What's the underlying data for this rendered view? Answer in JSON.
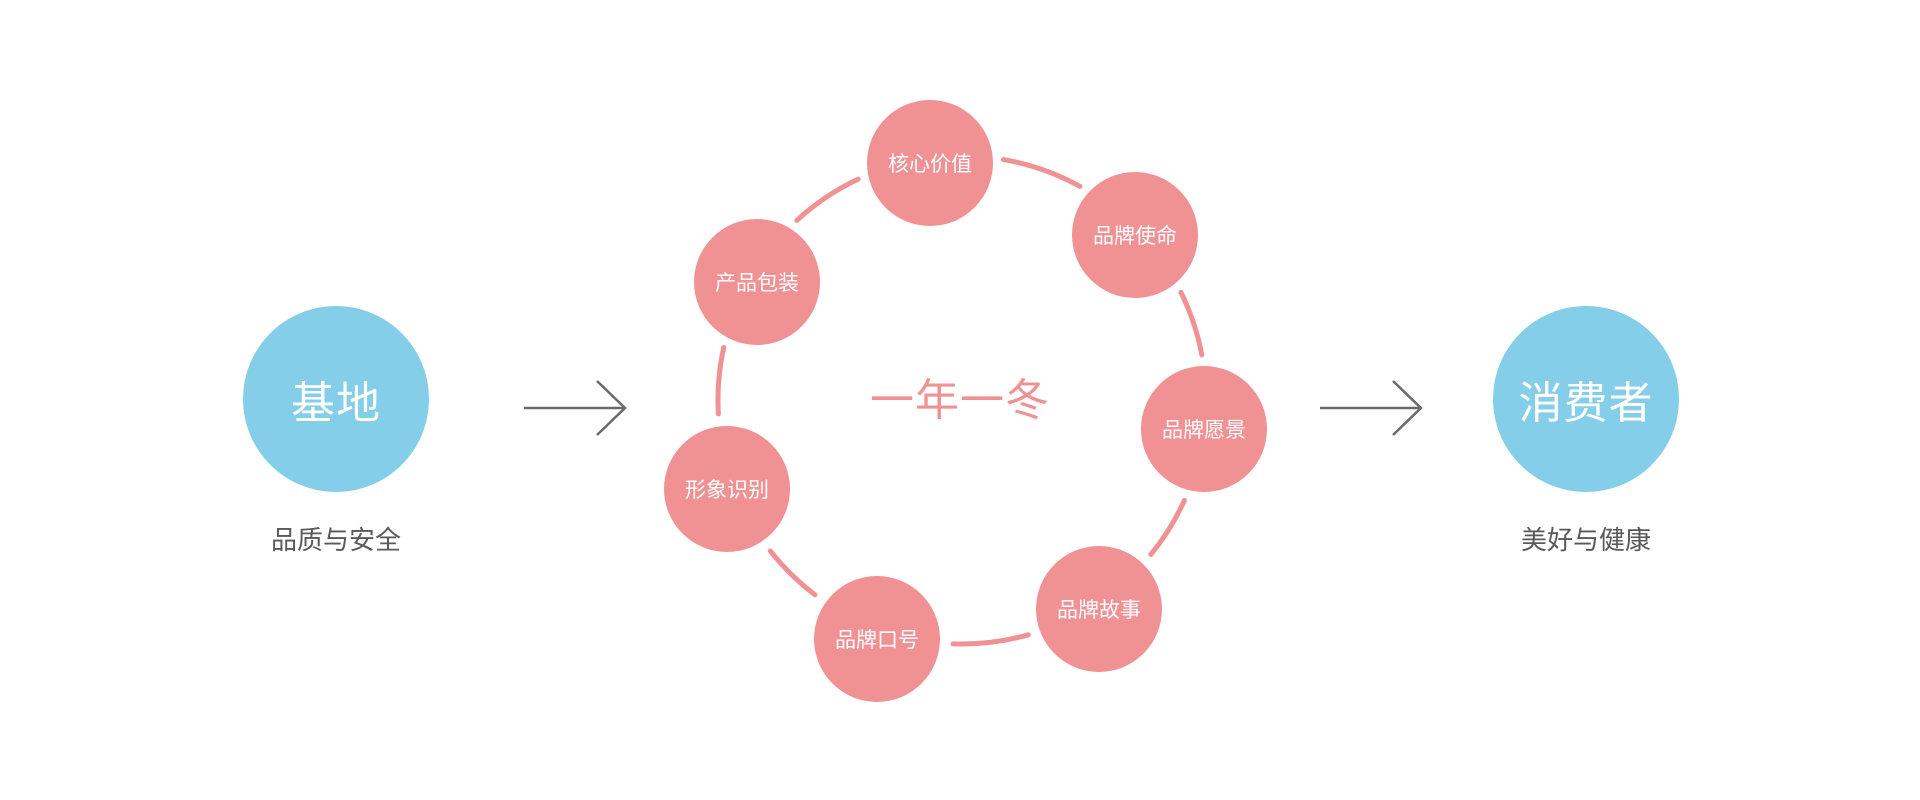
{
  "colors": {
    "blue": "#84CEEA",
    "pink": "#F09294",
    "arrow": "#6a6a6a",
    "caption": "#595959"
  },
  "left": {
    "title": "基地",
    "caption": "品质与安全"
  },
  "right": {
    "title": "消费者",
    "caption": "美好与健康"
  },
  "center": {
    "title": "一年一冬",
    "nodes": [
      {
        "label": "核心价值"
      },
      {
        "label": "品牌使命"
      },
      {
        "label": "品牌愿景"
      },
      {
        "label": "品牌故事"
      },
      {
        "label": "品牌口号"
      },
      {
        "label": "形象识别"
      },
      {
        "label": "产品包装"
      }
    ]
  }
}
